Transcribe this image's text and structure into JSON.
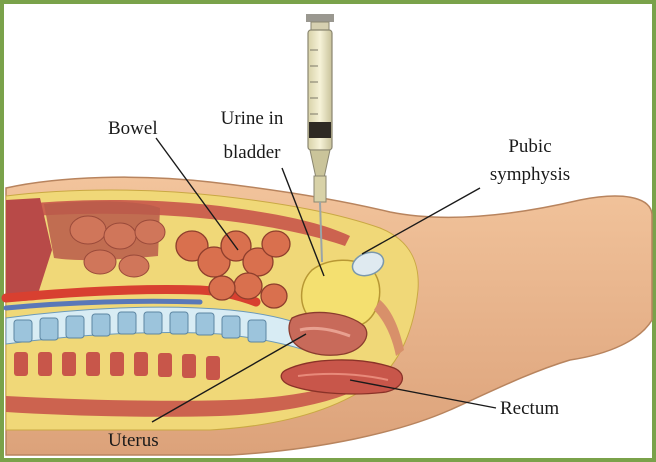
{
  "figure": {
    "labels": {
      "bowel": "Bowel",
      "urine_line1": "Urine in",
      "urine_line2": "bladder",
      "pubic_line1": "Pubic",
      "pubic_line2": "symphysis",
      "rectum": "Rectum",
      "uterus": "Uterus"
    },
    "colors": {
      "frame": "#7aa24a",
      "skin": "#e8b48a",
      "fat": "#f0d878",
      "muscle": "#c8564a",
      "bone": "#d8ecf4",
      "bladder": "#f4e070",
      "uterus": "#c86a5a"
    }
  }
}
